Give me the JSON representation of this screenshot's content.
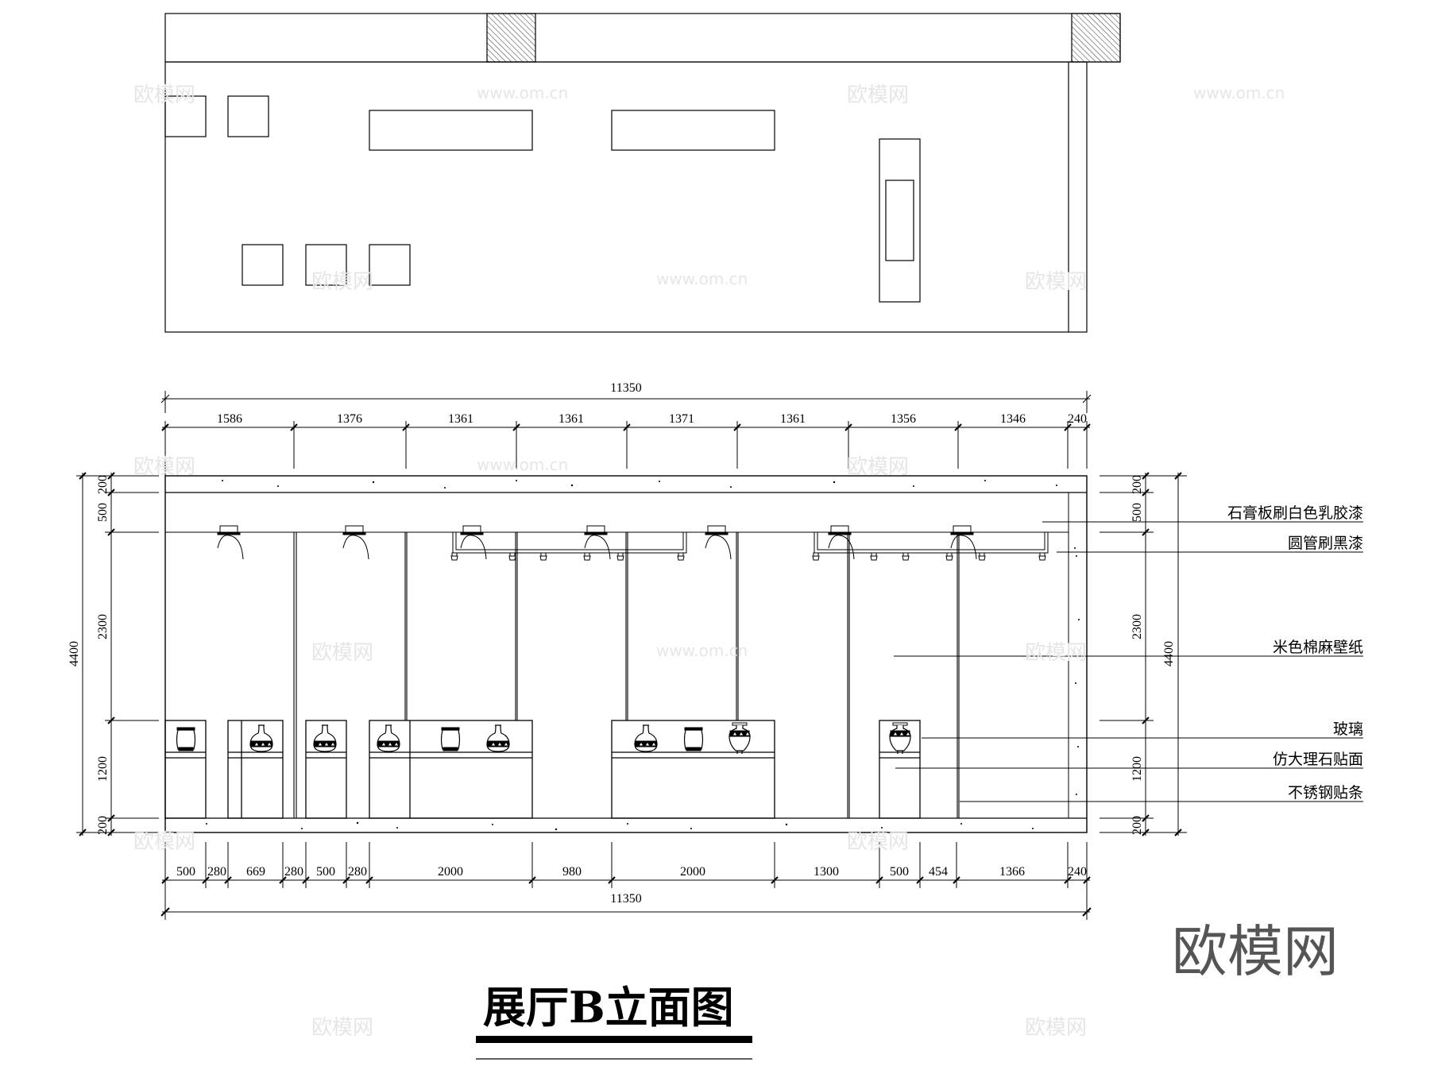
{
  "title": "展厅B立面图",
  "brand_watermark": "欧模网",
  "watermark_text": [
    "欧模网",
    "www.om.cn"
  ],
  "top_dimensions": {
    "total": "11350",
    "segments": [
      "1586",
      "1376",
      "1361",
      "1361",
      "1371",
      "1361",
      "1356",
      "1346",
      "240"
    ]
  },
  "bottom_dimensions": {
    "total": "11350",
    "segments": [
      "500",
      "280",
      "669",
      "280",
      "500",
      "280",
      "2000",
      "980",
      "2000",
      "1300",
      "500",
      "454",
      "1366",
      "240"
    ]
  },
  "left_dimensions": {
    "total": "4400",
    "segments": [
      "200",
      "500",
      "2300",
      "1200",
      "200"
    ]
  },
  "right_dimensions": {
    "total": "4400",
    "segments": [
      "200",
      "500",
      "2300",
      "1200",
      "200"
    ]
  },
  "material_labels": [
    "石膏板刷白色乳胶漆",
    "圆管刷黑漆",
    "米色棉麻壁纸",
    "玻璃",
    "仿大理石贴面",
    "不锈钢贴条"
  ]
}
